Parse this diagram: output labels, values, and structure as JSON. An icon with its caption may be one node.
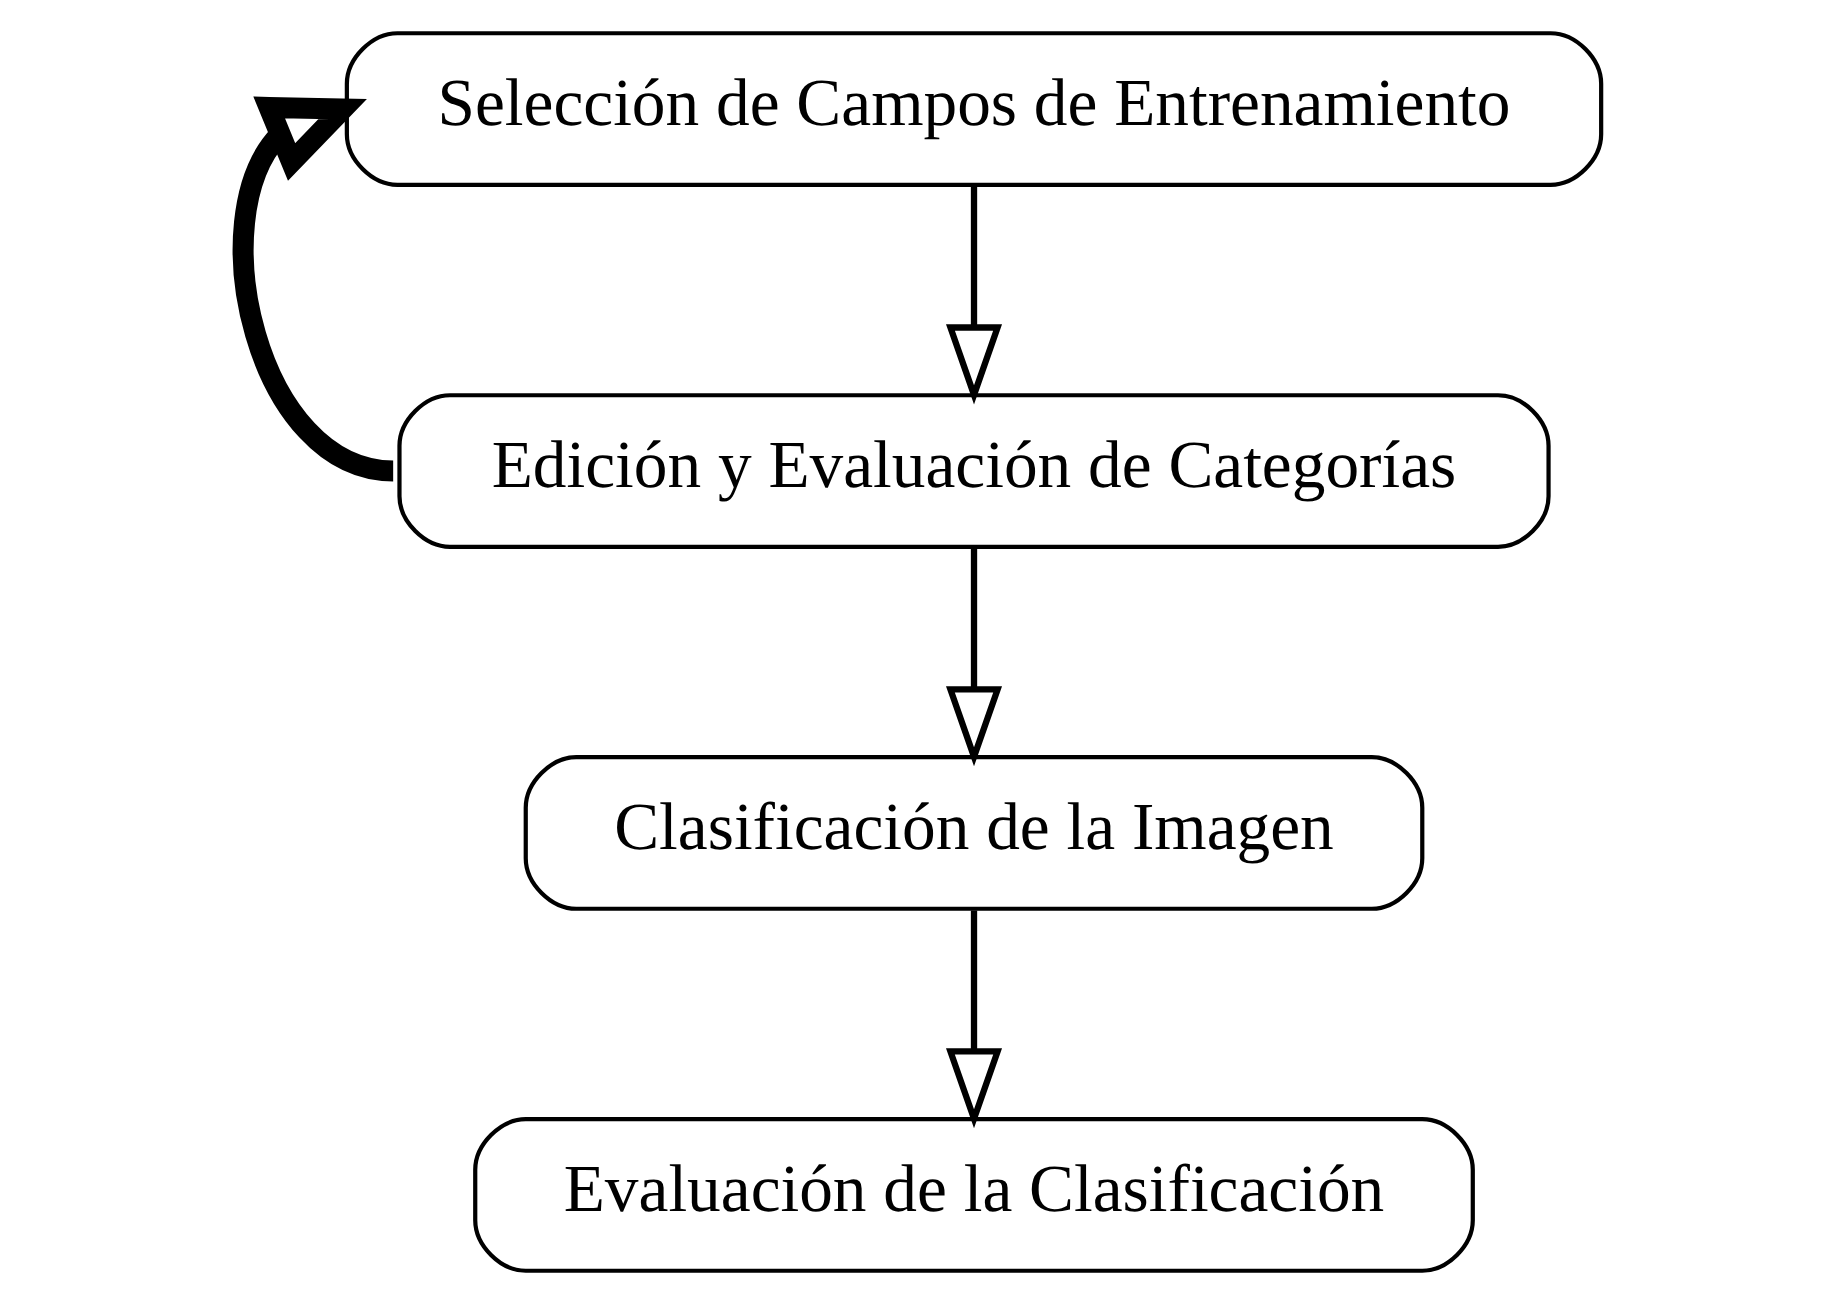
{
  "diagram": {
    "nodes": [
      {
        "text": [
          "Selección de Campos de Entrenamiento"
        ]
      },
      {
        "text": [
          "Edición y Evaluación de Categorías"
        ]
      },
      {
        "text": [
          "Clasificación de la Imagen"
        ]
      },
      {
        "text": [
          "Evaluación de la Clasificación"
        ]
      }
    ],
    "edges": [
      {
        "from": 0,
        "to": 1,
        "arrow": "to"
      },
      {
        "from": 1,
        "to": 2,
        "arrow": "to"
      },
      {
        "from": 2,
        "to": 3,
        "arrow": "to"
      },
      {
        "from": 1,
        "to": 0,
        "arrow": "to",
        "style": "thick"
      }
    ]
  }
}
